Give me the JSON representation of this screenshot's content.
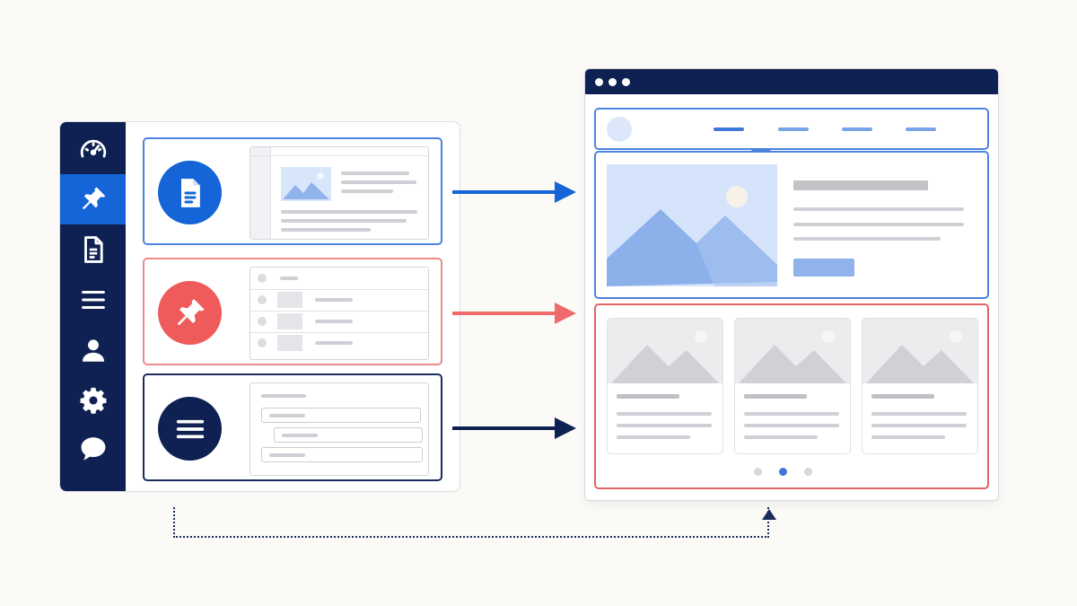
{
  "colors": {
    "navy": "#0e2152",
    "blue": "#1565d8",
    "blue_light": "#4d83de",
    "red": "#ef5b5b",
    "red_light": "#ef8a8a",
    "gray": "#cdd0d5"
  },
  "sidebar": {
    "items": [
      {
        "icon": "speedometer-icon",
        "active": false
      },
      {
        "icon": "pin-icon",
        "active": true
      },
      {
        "icon": "document-icon",
        "active": false
      },
      {
        "icon": "menu-icon",
        "active": false
      },
      {
        "icon": "user-icon",
        "active": false
      },
      {
        "icon": "gear-icon",
        "active": false
      },
      {
        "icon": "chat-bubble-icon",
        "active": false
      }
    ]
  },
  "content_blocks": [
    {
      "kind": "page",
      "icon": "document-icon",
      "color": "#1565d8",
      "maps_to": "hero-region"
    },
    {
      "kind": "post",
      "icon": "pin-icon",
      "color": "#ef5b5b",
      "maps_to": "card-grid-region"
    },
    {
      "kind": "menu",
      "icon": "menu-icon",
      "color": "#0e2152",
      "maps_to": "nav-region"
    }
  ],
  "browser": {
    "nav_link_count": 4,
    "card_count": 3,
    "pagination": {
      "pages": 3,
      "current": 2
    }
  }
}
